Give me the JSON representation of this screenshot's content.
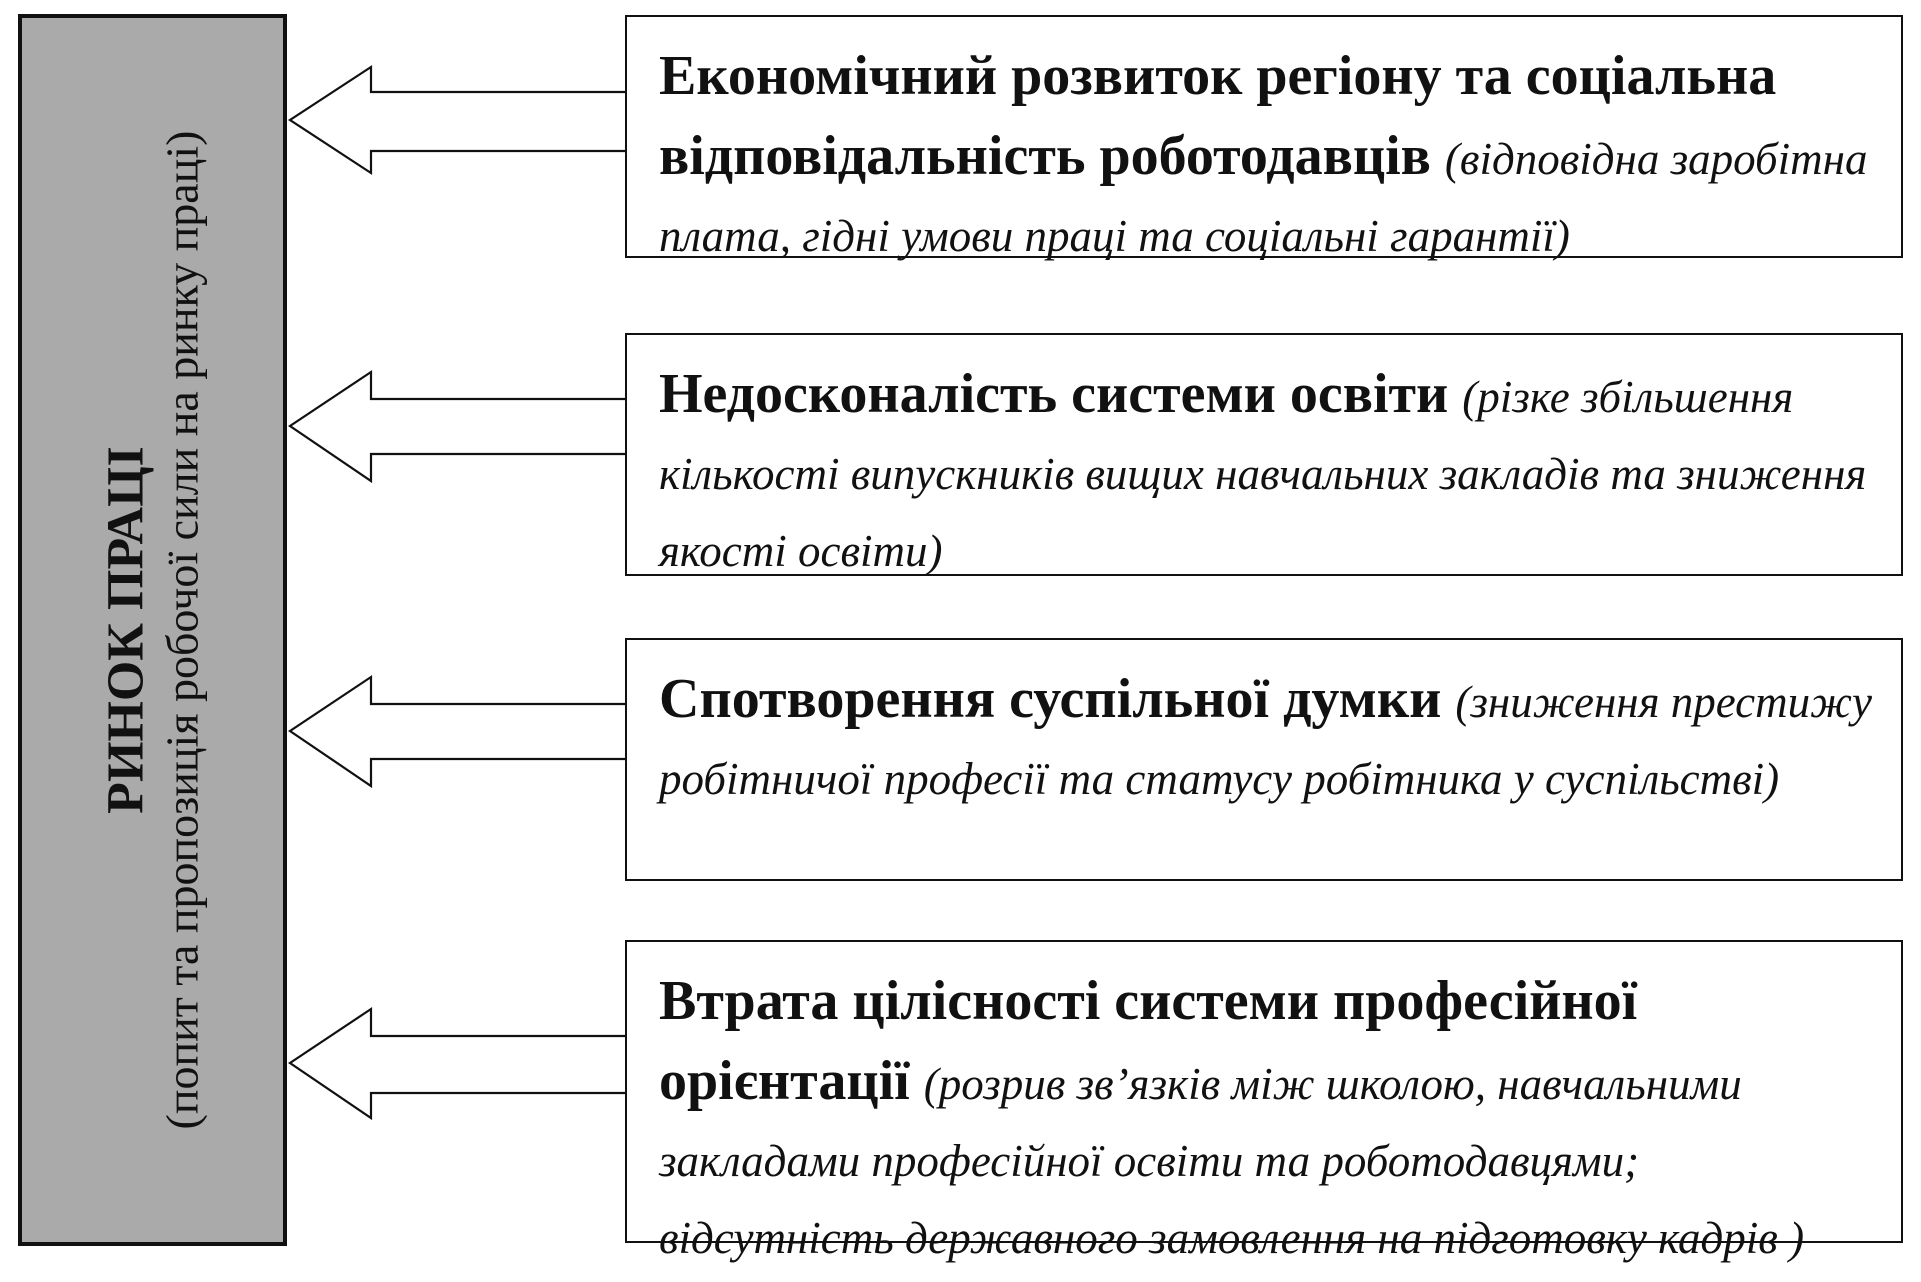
{
  "left_panel": {
    "title": "РИНОК ПРАЦІ",
    "subtitle": "(попит та пропозиція робочої сили на ринку праці)"
  },
  "factors": [
    {
      "bold": "Економічний розвиток регіону та соціальна відповідальність роботодавців ",
      "italic": "(відповідна заробітна плата, гідні умови праці та соціальні гарантії)"
    },
    {
      "bold": "Недосконалість системи освіти ",
      "italic": "(різке збільшення кількості випускників вищих навчальних закладів та зниження якості освіти)"
    },
    {
      "bold": "Спотворення суспільної думки ",
      "italic": "(зниження престижу робітничої професії та статусу робітника у суспільстві)"
    },
    {
      "bold": "Втрата цілісності системи професійної орієнтації ",
      "italic": "(розрив зв’язків між школою, навчальними закладами професійної освіти та роботодавцями; відсутність державного замовлення на підготовку кадрів )"
    }
  ]
}
